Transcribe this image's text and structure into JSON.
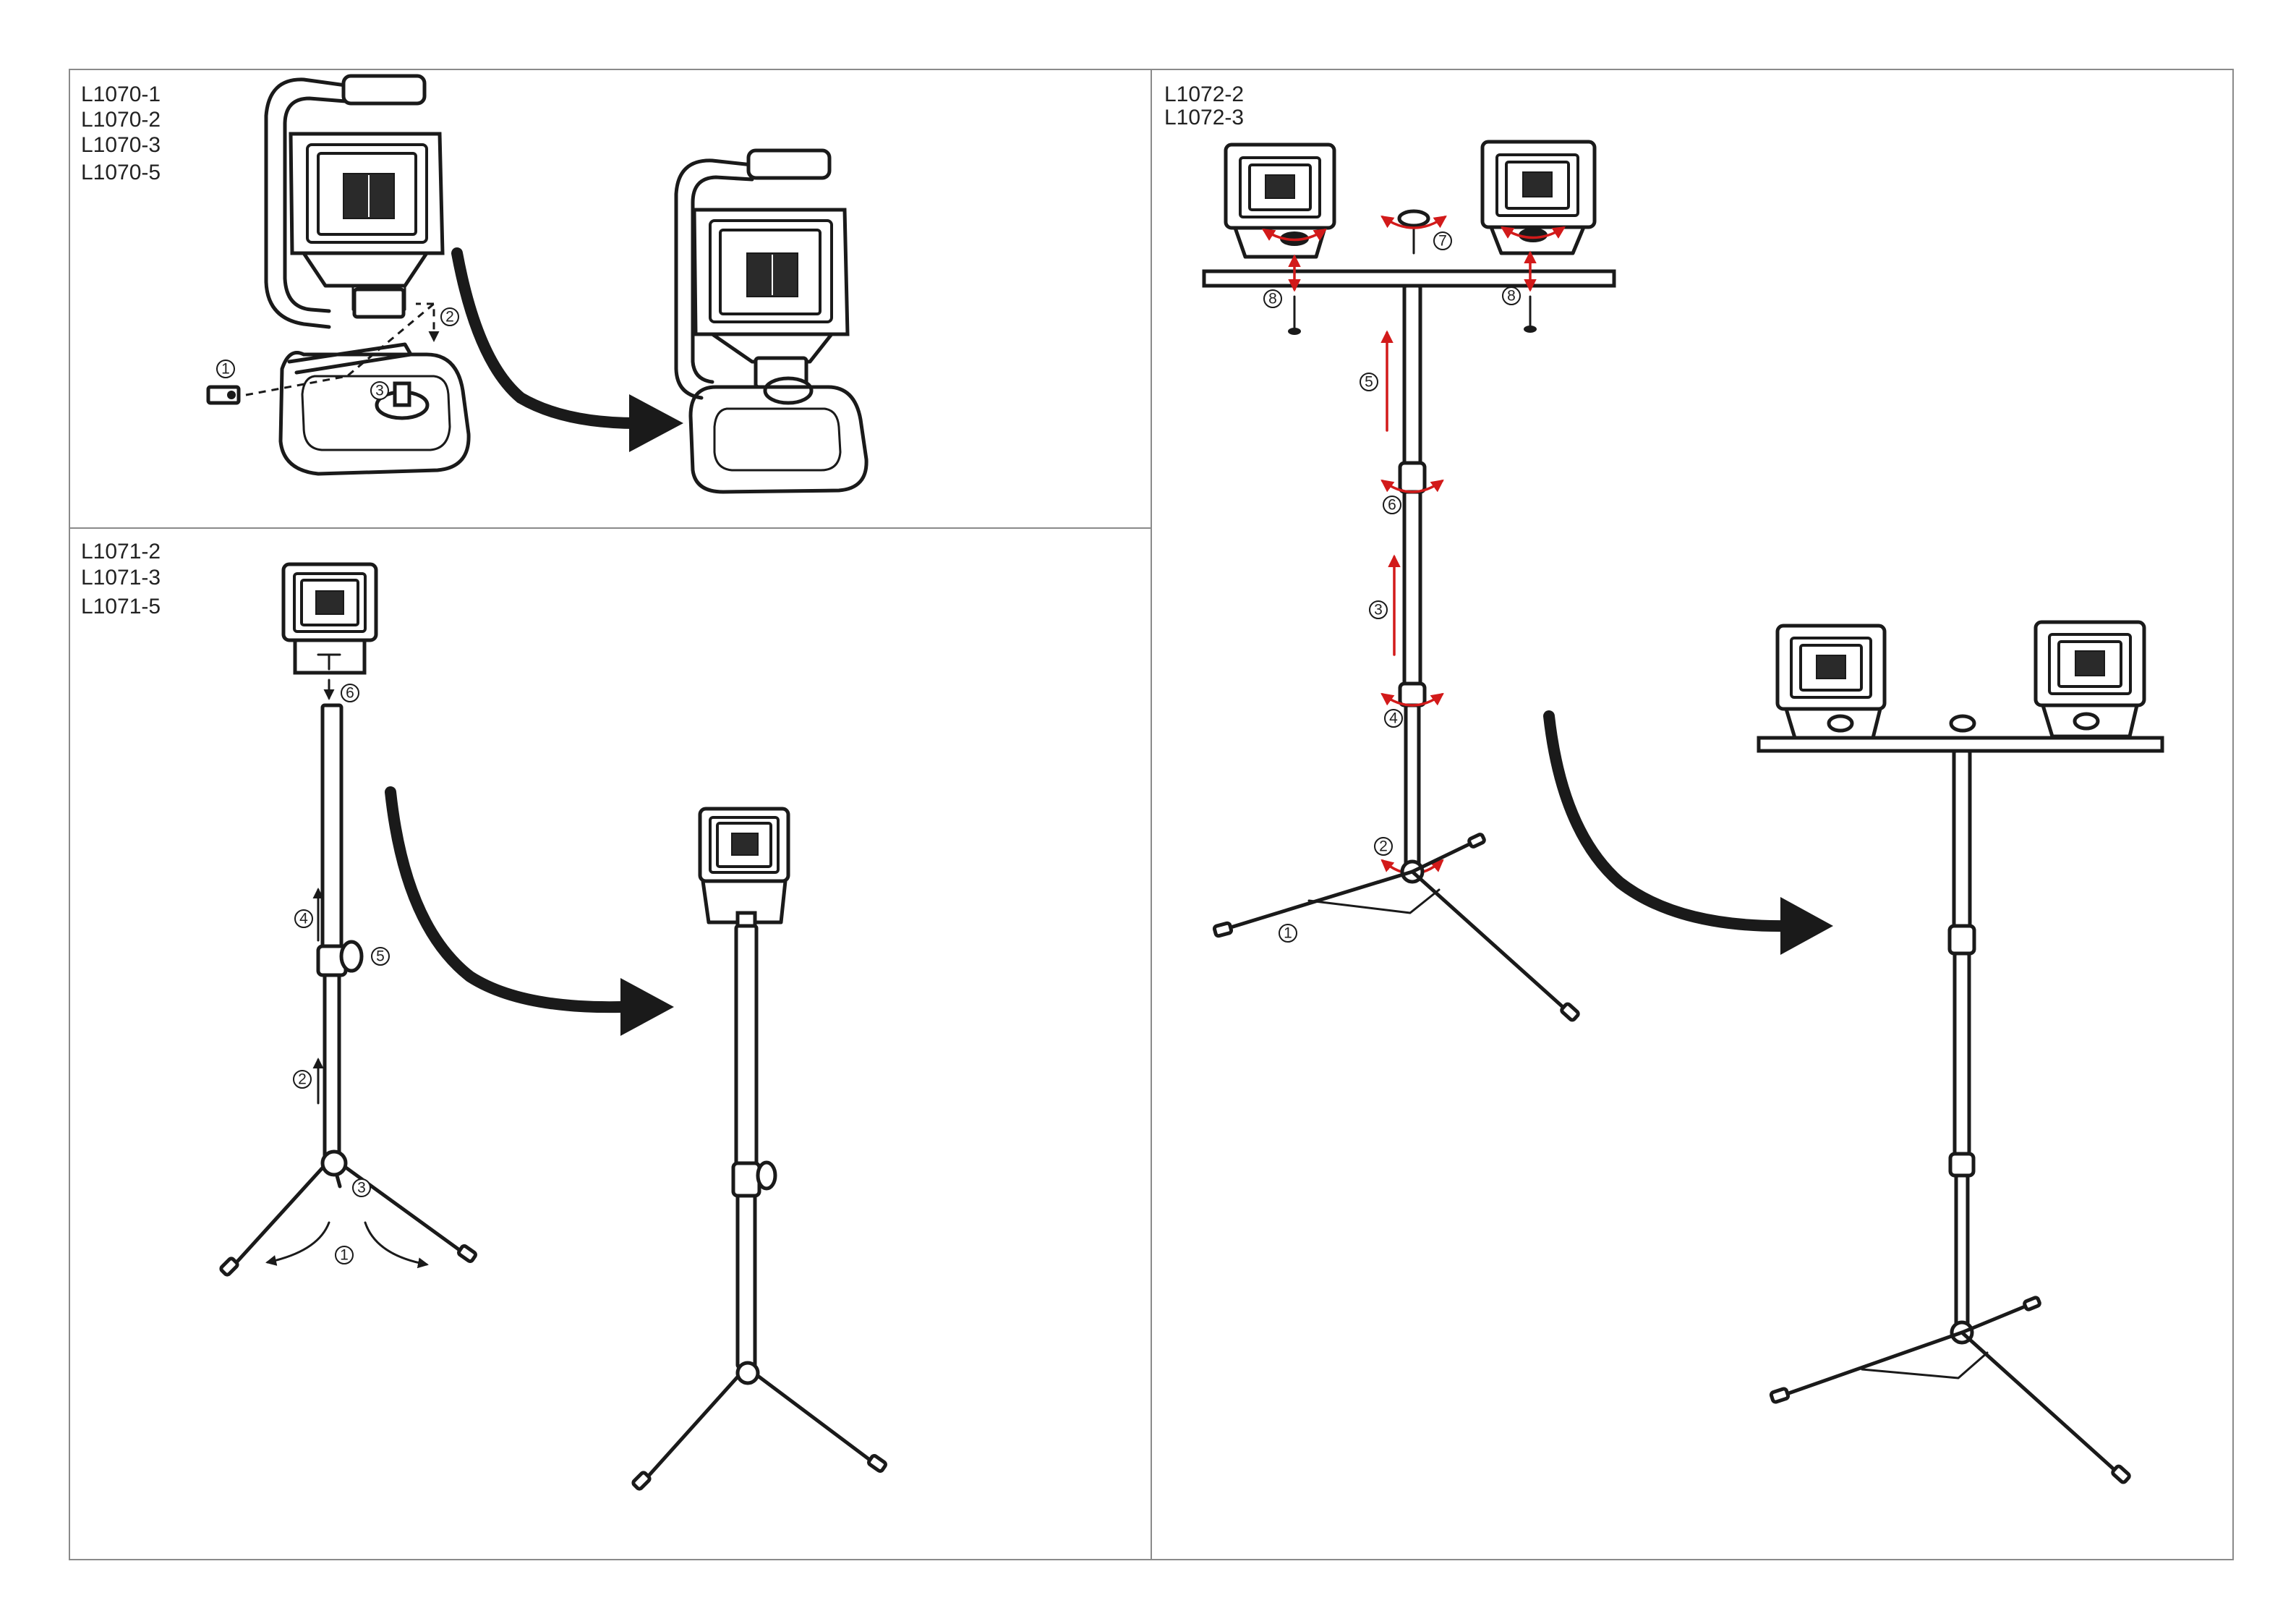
{
  "sheet": {
    "panel_l1070": {
      "models": [
        "L1070-1",
        "L1070-2",
        "L1070-3",
        "L1070-5"
      ],
      "steps": [
        "1",
        "2",
        "3"
      ]
    },
    "panel_l1071": {
      "models": [
        "L1071-2",
        "L1071-3",
        "L1071-5"
      ],
      "steps": [
        "1",
        "2",
        "3",
        "4",
        "5",
        "6"
      ]
    },
    "panel_l1072": {
      "models": [
        "L1072-2",
        "L1072-3"
      ],
      "steps": [
        "1",
        "2",
        "3",
        "4",
        "5",
        "6",
        "7",
        "8",
        "8"
      ]
    }
  },
  "colors": {
    "line": "#1a1a1a",
    "highlight": "#d21a1a",
    "frame": "#8a8a8a"
  },
  "icons": [
    "floodlight-icon",
    "tripod-icon",
    "curved-arrow-icon",
    "rotate-arrow-icon"
  ]
}
